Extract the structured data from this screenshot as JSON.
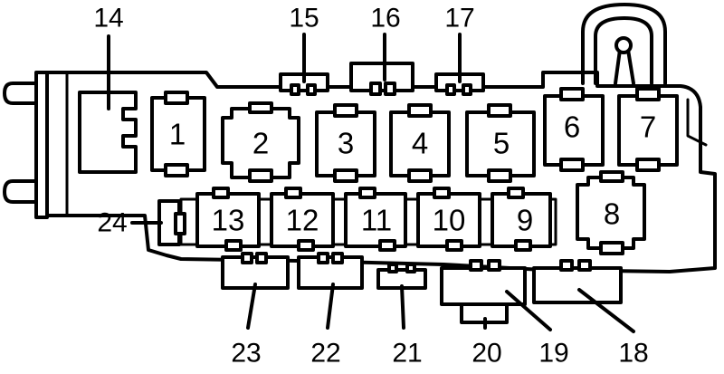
{
  "diagram": {
    "callout_labels": [
      "14",
      "15",
      "16",
      "17",
      "18",
      "19",
      "20",
      "21",
      "22",
      "23",
      "24"
    ],
    "relay_numbers": [
      "1",
      "2",
      "3",
      "4",
      "5",
      "6",
      "7",
      "8",
      "9",
      "10",
      "11",
      "12",
      "13"
    ]
  }
}
